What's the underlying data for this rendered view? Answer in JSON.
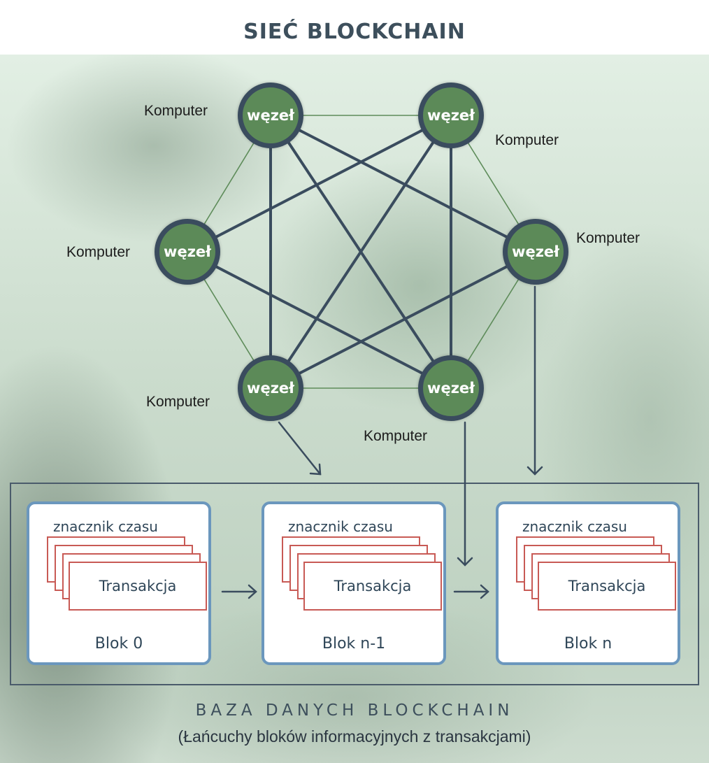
{
  "title": "SIEĆ BLOCKCHAIN",
  "colors": {
    "node_fill": "#5c8a58",
    "node_border": "#3a4c5e",
    "strong_edge": "#3a4c5e",
    "weak_edge": "#5e8c5a",
    "block_border": "#6b97bd",
    "transaction_border": "#c85a55",
    "text_dark": "#2f4658"
  },
  "network": {
    "nodes": [
      {
        "id": "n1",
        "label": "węzeł",
        "computer_label": "Komputer",
        "position": "top-left"
      },
      {
        "id": "n2",
        "label": "węzeł",
        "computer_label": "Komputer",
        "position": "top-right"
      },
      {
        "id": "n3",
        "label": "węzeł",
        "computer_label": "Komputer",
        "position": "middle-left"
      },
      {
        "id": "n4",
        "label": "węzeł",
        "computer_label": "Komputer",
        "position": "middle-right"
      },
      {
        "id": "n5",
        "label": "węzeł",
        "computer_label": "Komputer",
        "position": "bottom-left"
      },
      {
        "id": "n6",
        "label": "węzeł",
        "computer_label": "Komputer",
        "position": "bottom-right"
      }
    ],
    "edges_strong": [
      [
        "n1",
        "n5"
      ],
      [
        "n1",
        "n6"
      ],
      [
        "n1",
        "n4"
      ],
      [
        "n2",
        "n3"
      ],
      [
        "n2",
        "n5"
      ],
      [
        "n2",
        "n6"
      ],
      [
        "n3",
        "n6"
      ],
      [
        "n4",
        "n5"
      ]
    ],
    "edges_weak": [
      [
        "n1",
        "n2"
      ],
      [
        "n1",
        "n3"
      ],
      [
        "n3",
        "n5"
      ],
      [
        "n5",
        "n6"
      ],
      [
        "n6",
        "n4"
      ],
      [
        "n4",
        "n2"
      ]
    ]
  },
  "database": {
    "title": "BAZA DANYCH BLOCKCHAIN",
    "subtitle": "(Łańcuchy bloków informacyjnych z transakcjami)",
    "blocks": [
      {
        "timestamp_label": "znacznik czasu",
        "transaction_label": "Transakcja",
        "block_label": "Blok 0"
      },
      {
        "timestamp_label": "znacznik czasu",
        "transaction_label": "Transakcja",
        "block_label": "Blok n-1"
      },
      {
        "timestamp_label": "znacznik czasu",
        "transaction_label": "Transakcja",
        "block_label": "Blok n"
      }
    ]
  }
}
